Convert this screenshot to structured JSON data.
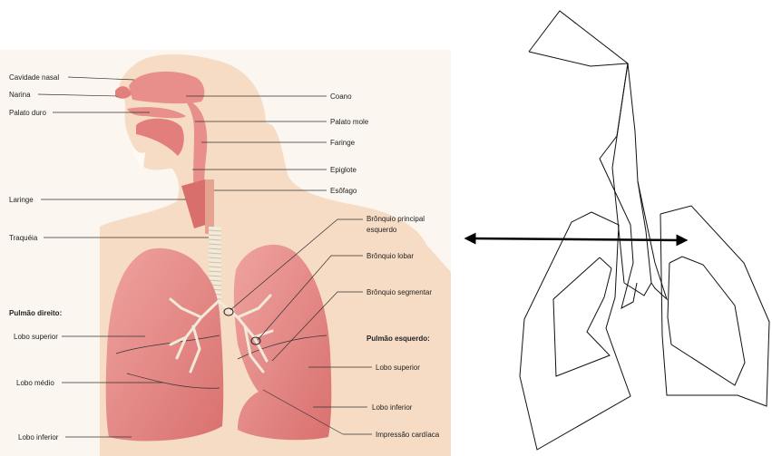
{
  "labels": {
    "cavidade_nasal": "Cavidade nasal",
    "narina": "Narina",
    "palato_duro": "Palato duro",
    "laringe": "Laringe",
    "traqueia": "Traquéia",
    "pulmao_direito": "Pulmão direito:",
    "lobo_superior_d": "Lobo superior",
    "lobo_medio": "Lobo médio",
    "lobo_inferior_d": "Lobo inferior",
    "coano": "Coano",
    "palato_mole": "Palato mole",
    "faringe": "Faringe",
    "epiglote": "Epiglote",
    "esofago": "Esôfago",
    "bronquio_principal_1": "Brônquio principal",
    "bronquio_principal_2": "esquerdo",
    "bronquio_lobar": "Brônquio lobar",
    "bronquio_segmentar": "Brônquio segmentar",
    "pulmao_esquerdo": "Pulmão esquerdo:",
    "lobo_superior_e": "Lobo superior",
    "lobo_inferior_e": "Lobo inferior",
    "impressao_cardiaca": "Impressão cardíaca"
  },
  "colors": {
    "skin": "#f7dcc5",
    "background": "#fbf6ef",
    "tissue": "#e88f8c",
    "tissue_dark": "#cf6a69",
    "airway": "#f1ead8",
    "arrow": "#000000"
  }
}
